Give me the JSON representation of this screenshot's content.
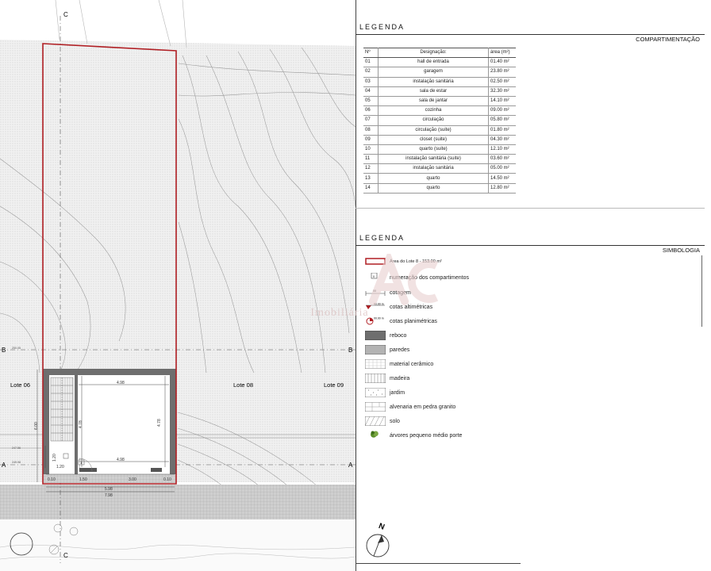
{
  "plan": {
    "section_markers": {
      "c": "C",
      "b": "B",
      "a": "A"
    },
    "lot_labels": [
      "Lote 06",
      "Lote 08",
      "Lote 09"
    ],
    "dimensions": {
      "room_width_top": "4.98",
      "room_width_bottom": "4.98",
      "room_height_left": "4.78",
      "room_height_right": "4.78",
      "overall_depth": "6.00",
      "small_1": "1.20",
      "small_2": "1.20",
      "base_1": "0.10",
      "base_2": "1.50",
      "base_3": "3.00",
      "base_4": "0.10",
      "total_1": "5.98",
      "total_2": "7.98"
    },
    "level_marks": [
      "250.05",
      "247.56",
      "249.98"
    ],
    "room_tag": "1"
  },
  "legend_compartments": {
    "heading": "LEGENDA",
    "subheading": "COMPARTIMENTAÇÃO",
    "columns": [
      "Nº",
      "Designação:",
      "área (m²)"
    ],
    "rows": [
      {
        "n": "01",
        "designation": "hall de entrada",
        "area": "01.40 m²"
      },
      {
        "n": "02",
        "designation": "garagem",
        "area": "23.80 m²"
      },
      {
        "n": "03",
        "designation": "instalação sanitária",
        "area": "02.50 m²"
      },
      {
        "n": "04",
        "designation": "sala de estar",
        "area": "32.30 m²"
      },
      {
        "n": "05",
        "designation": "sala de jantar",
        "area": "14.10 m²"
      },
      {
        "n": "06",
        "designation": "cozinha",
        "area": "09.00 m²"
      },
      {
        "n": "07",
        "designation": "circulação",
        "area": "05.80 m²"
      },
      {
        "n": "08",
        "designation": "circulação (suite)",
        "area": "01.80 m²"
      },
      {
        "n": "09",
        "designation": "closet (suite)",
        "area": "04.30 m²"
      },
      {
        "n": "10",
        "designation": "quarto (suite)",
        "area": "12.10 m²"
      },
      {
        "n": "11",
        "designation": "instalação sanitária (suite)",
        "area": "03.60 m²"
      },
      {
        "n": "12",
        "designation": "instalação sanitária",
        "area": "05.00 m²"
      },
      {
        "n": "13",
        "designation": "quarto",
        "area": "14.50 m²"
      },
      {
        "n": "14",
        "designation": "quarto",
        "area": "12.80 m²"
      }
    ]
  },
  "legend_symbols": {
    "heading": "LEGENDA",
    "subheading": "SIMBOLOGIA",
    "items": [
      {
        "label": "Área do Lote 8 - 153.00 m²",
        "icon": "red-outline-rect"
      },
      {
        "label": "numeração dos compartimentos",
        "icon": "room-number-tag",
        "tag": "0"
      },
      {
        "label": "cotagem",
        "icon": "dimension-line",
        "tag": "00"
      },
      {
        "label": "cotas altimétricas",
        "icon": "elevation-mark",
        "tag": "00.00 m"
      },
      {
        "label": "cotas planimétricas",
        "icon": "plan-level-mark",
        "tag": "00.00 m"
      },
      {
        "label": "reboco",
        "icon": "hatch-dark-gray"
      },
      {
        "label": "paredes",
        "icon": "hatch-gray"
      },
      {
        "label": "material cerâmico",
        "icon": "hatch-grid"
      },
      {
        "label": "madeira",
        "icon": "hatch-vertical-lines"
      },
      {
        "label": "jardim",
        "icon": "hatch-dots"
      },
      {
        "label": "alvenaria em pedra granito",
        "icon": "hatch-stone"
      },
      {
        "label": "solo",
        "icon": "hatch-diagonal"
      },
      {
        "label": "árvores pequeno médio porte",
        "icon": "tree"
      }
    ]
  },
  "watermark": {
    "text": "Imobiliária"
  },
  "colors": {
    "lot_outline": "#b01e23",
    "wall": "#6e6e6e",
    "paved": "#bdbdbd",
    "terrain": "#f0f0f0"
  }
}
